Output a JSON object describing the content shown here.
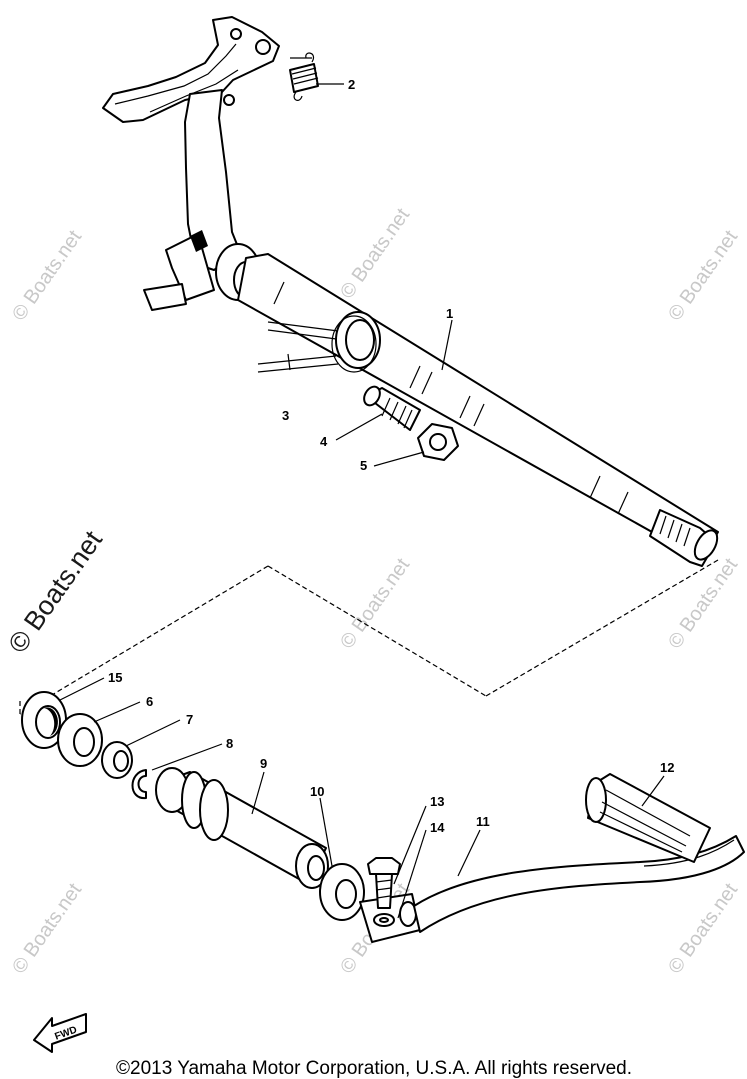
{
  "callouts": [
    {
      "id": "c1",
      "label": "1"
    },
    {
      "id": "c2",
      "label": "2"
    },
    {
      "id": "c3",
      "label": "3"
    },
    {
      "id": "c4",
      "label": "4"
    },
    {
      "id": "c5",
      "label": "5"
    },
    {
      "id": "c6",
      "label": "6"
    },
    {
      "id": "c7",
      "label": "7"
    },
    {
      "id": "c8",
      "label": "8"
    },
    {
      "id": "c9",
      "label": "9"
    },
    {
      "id": "c10",
      "label": "10"
    },
    {
      "id": "c11",
      "label": "11"
    },
    {
      "id": "c12",
      "label": "12"
    },
    {
      "id": "c13",
      "label": "13"
    },
    {
      "id": "c14",
      "label": "14"
    },
    {
      "id": "c15",
      "label": "15"
    }
  ],
  "watermark": {
    "text": "© Boats.net"
  },
  "fwd_label": "FWD",
  "copyright": "©2013 Yamaha Motor Corporation, U.S.A. All rights reserved."
}
